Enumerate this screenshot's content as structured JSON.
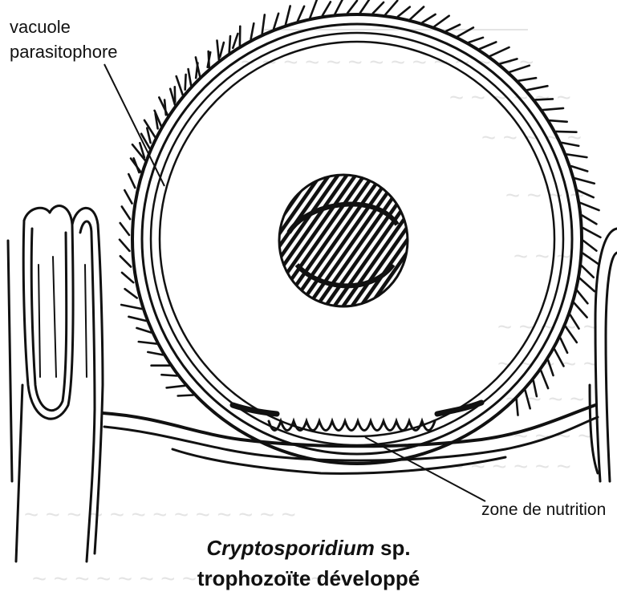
{
  "labels": {
    "vacuole_line1": "vacuole",
    "vacuole_line2": "parasitophore",
    "zone_nutrition": "zone de nutrition"
  },
  "caption": {
    "genus": "Cryptosporidium",
    "species_suffix": " sp.",
    "line2": "trophozoïte développé"
  },
  "colors": {
    "ink": "#111111",
    "paper": "#ffffff",
    "bleed_through": "#6f6f6f"
  }
}
